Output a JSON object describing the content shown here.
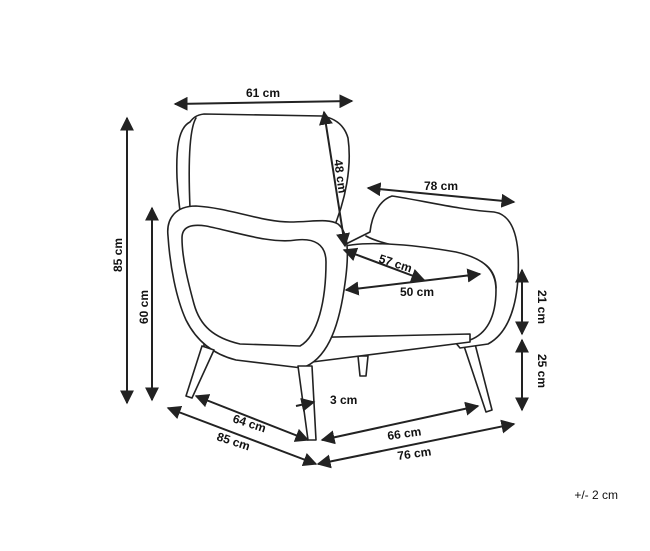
{
  "diagram": {
    "colors": {
      "line": "#222222",
      "fill": "#ffffff"
    },
    "dimensions": {
      "top_width": "61 cm",
      "back_height": "48 cm",
      "seat_to_back_depth": "78 cm",
      "seat_diagonal": "57 cm",
      "seat_width": "50 cm",
      "overall_height": "85 cm",
      "arm_height": "60 cm",
      "arm_thickness": "21 cm",
      "seat_height": "25 cm",
      "leg_size": "3 cm",
      "inner_depth": "64 cm",
      "overall_depth": "85 cm",
      "inner_width": "66 cm",
      "overall_width": "76 cm"
    },
    "tolerance": "+/- 2 cm"
  }
}
